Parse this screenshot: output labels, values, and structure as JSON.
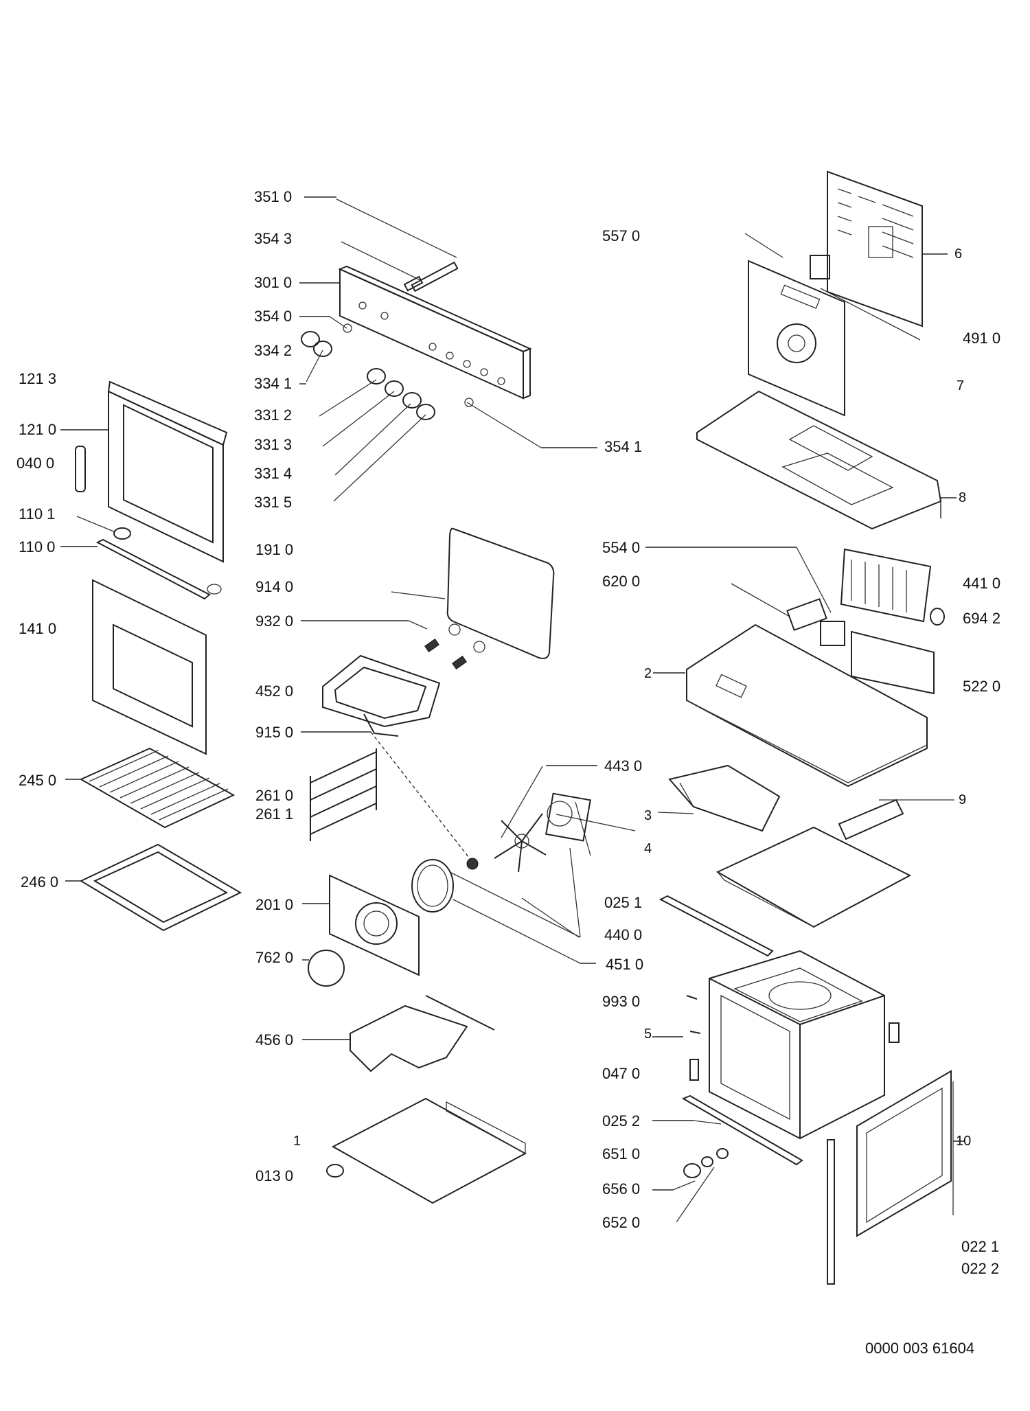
{
  "diagram": {
    "doc_number": "0000 003 61604",
    "labels": [
      {
        "id": "351-0",
        "text": "351 0"
      },
      {
        "id": "354-3",
        "text": "354 3"
      },
      {
        "id": "301-0",
        "text": "301 0"
      },
      {
        "id": "354-0",
        "text": "354 0"
      },
      {
        "id": "334-2",
        "text": "334 2"
      },
      {
        "id": "334-1",
        "text": "334 1"
      },
      {
        "id": "331-2",
        "text": "331 2"
      },
      {
        "id": "331-3",
        "text": "331 3"
      },
      {
        "id": "331-4",
        "text": "331 4"
      },
      {
        "id": "331-5",
        "text": "331 5"
      },
      {
        "id": "354-1",
        "text": "354 1"
      },
      {
        "id": "557-0",
        "text": "557 0"
      },
      {
        "id": "6",
        "text": "6"
      },
      {
        "id": "491-0",
        "text": "491 0"
      },
      {
        "id": "7",
        "text": "7"
      },
      {
        "id": "8",
        "text": "8"
      },
      {
        "id": "121-3",
        "text": "121 3"
      },
      {
        "id": "121-0",
        "text": "121 0"
      },
      {
        "id": "040-0",
        "text": "040 0"
      },
      {
        "id": "110-1",
        "text": "110 1"
      },
      {
        "id": "110-0",
        "text": "110 0"
      },
      {
        "id": "141-0",
        "text": "141 0"
      },
      {
        "id": "191-0",
        "text": "191 0"
      },
      {
        "id": "914-0",
        "text": "914 0"
      },
      {
        "id": "932-0",
        "text": "932 0"
      },
      {
        "id": "452-0",
        "text": "452 0"
      },
      {
        "id": "915-0",
        "text": "915 0"
      },
      {
        "id": "554-0",
        "text": "554 0"
      },
      {
        "id": "620-0",
        "text": "620 0"
      },
      {
        "id": "441-0",
        "text": "441 0"
      },
      {
        "id": "694-2",
        "text": "694 2"
      },
      {
        "id": "2",
        "text": "2"
      },
      {
        "id": "522-0",
        "text": "522 0"
      },
      {
        "id": "443-0",
        "text": "443 0"
      },
      {
        "id": "3",
        "text": "3"
      },
      {
        "id": "9",
        "text": "9"
      },
      {
        "id": "4",
        "text": "4"
      },
      {
        "id": "245-0",
        "text": "245 0"
      },
      {
        "id": "261-0",
        "text": "261 0"
      },
      {
        "id": "261-1",
        "text": "261 1"
      },
      {
        "id": "246-0",
        "text": "246 0"
      },
      {
        "id": "201-0",
        "text": "201 0"
      },
      {
        "id": "025-1",
        "text": "025 1"
      },
      {
        "id": "440-0",
        "text": "440 0"
      },
      {
        "id": "762-0",
        "text": "762 0"
      },
      {
        "id": "451-0",
        "text": "451 0"
      },
      {
        "id": "993-0",
        "text": "993 0"
      },
      {
        "id": "5",
        "text": "5"
      },
      {
        "id": "456-0",
        "text": "456 0"
      },
      {
        "id": "047-0",
        "text": "047 0"
      },
      {
        "id": "025-2",
        "text": "025 2"
      },
      {
        "id": "1",
        "text": "1"
      },
      {
        "id": "10",
        "text": "10"
      },
      {
        "id": "651-0",
        "text": "651 0"
      },
      {
        "id": "013-0",
        "text": "013 0"
      },
      {
        "id": "656-0",
        "text": "656 0"
      },
      {
        "id": "652-0",
        "text": "652 0"
      },
      {
        "id": "022-1",
        "text": "022 1"
      },
      {
        "id": "022-2",
        "text": "022 2"
      }
    ]
  }
}
